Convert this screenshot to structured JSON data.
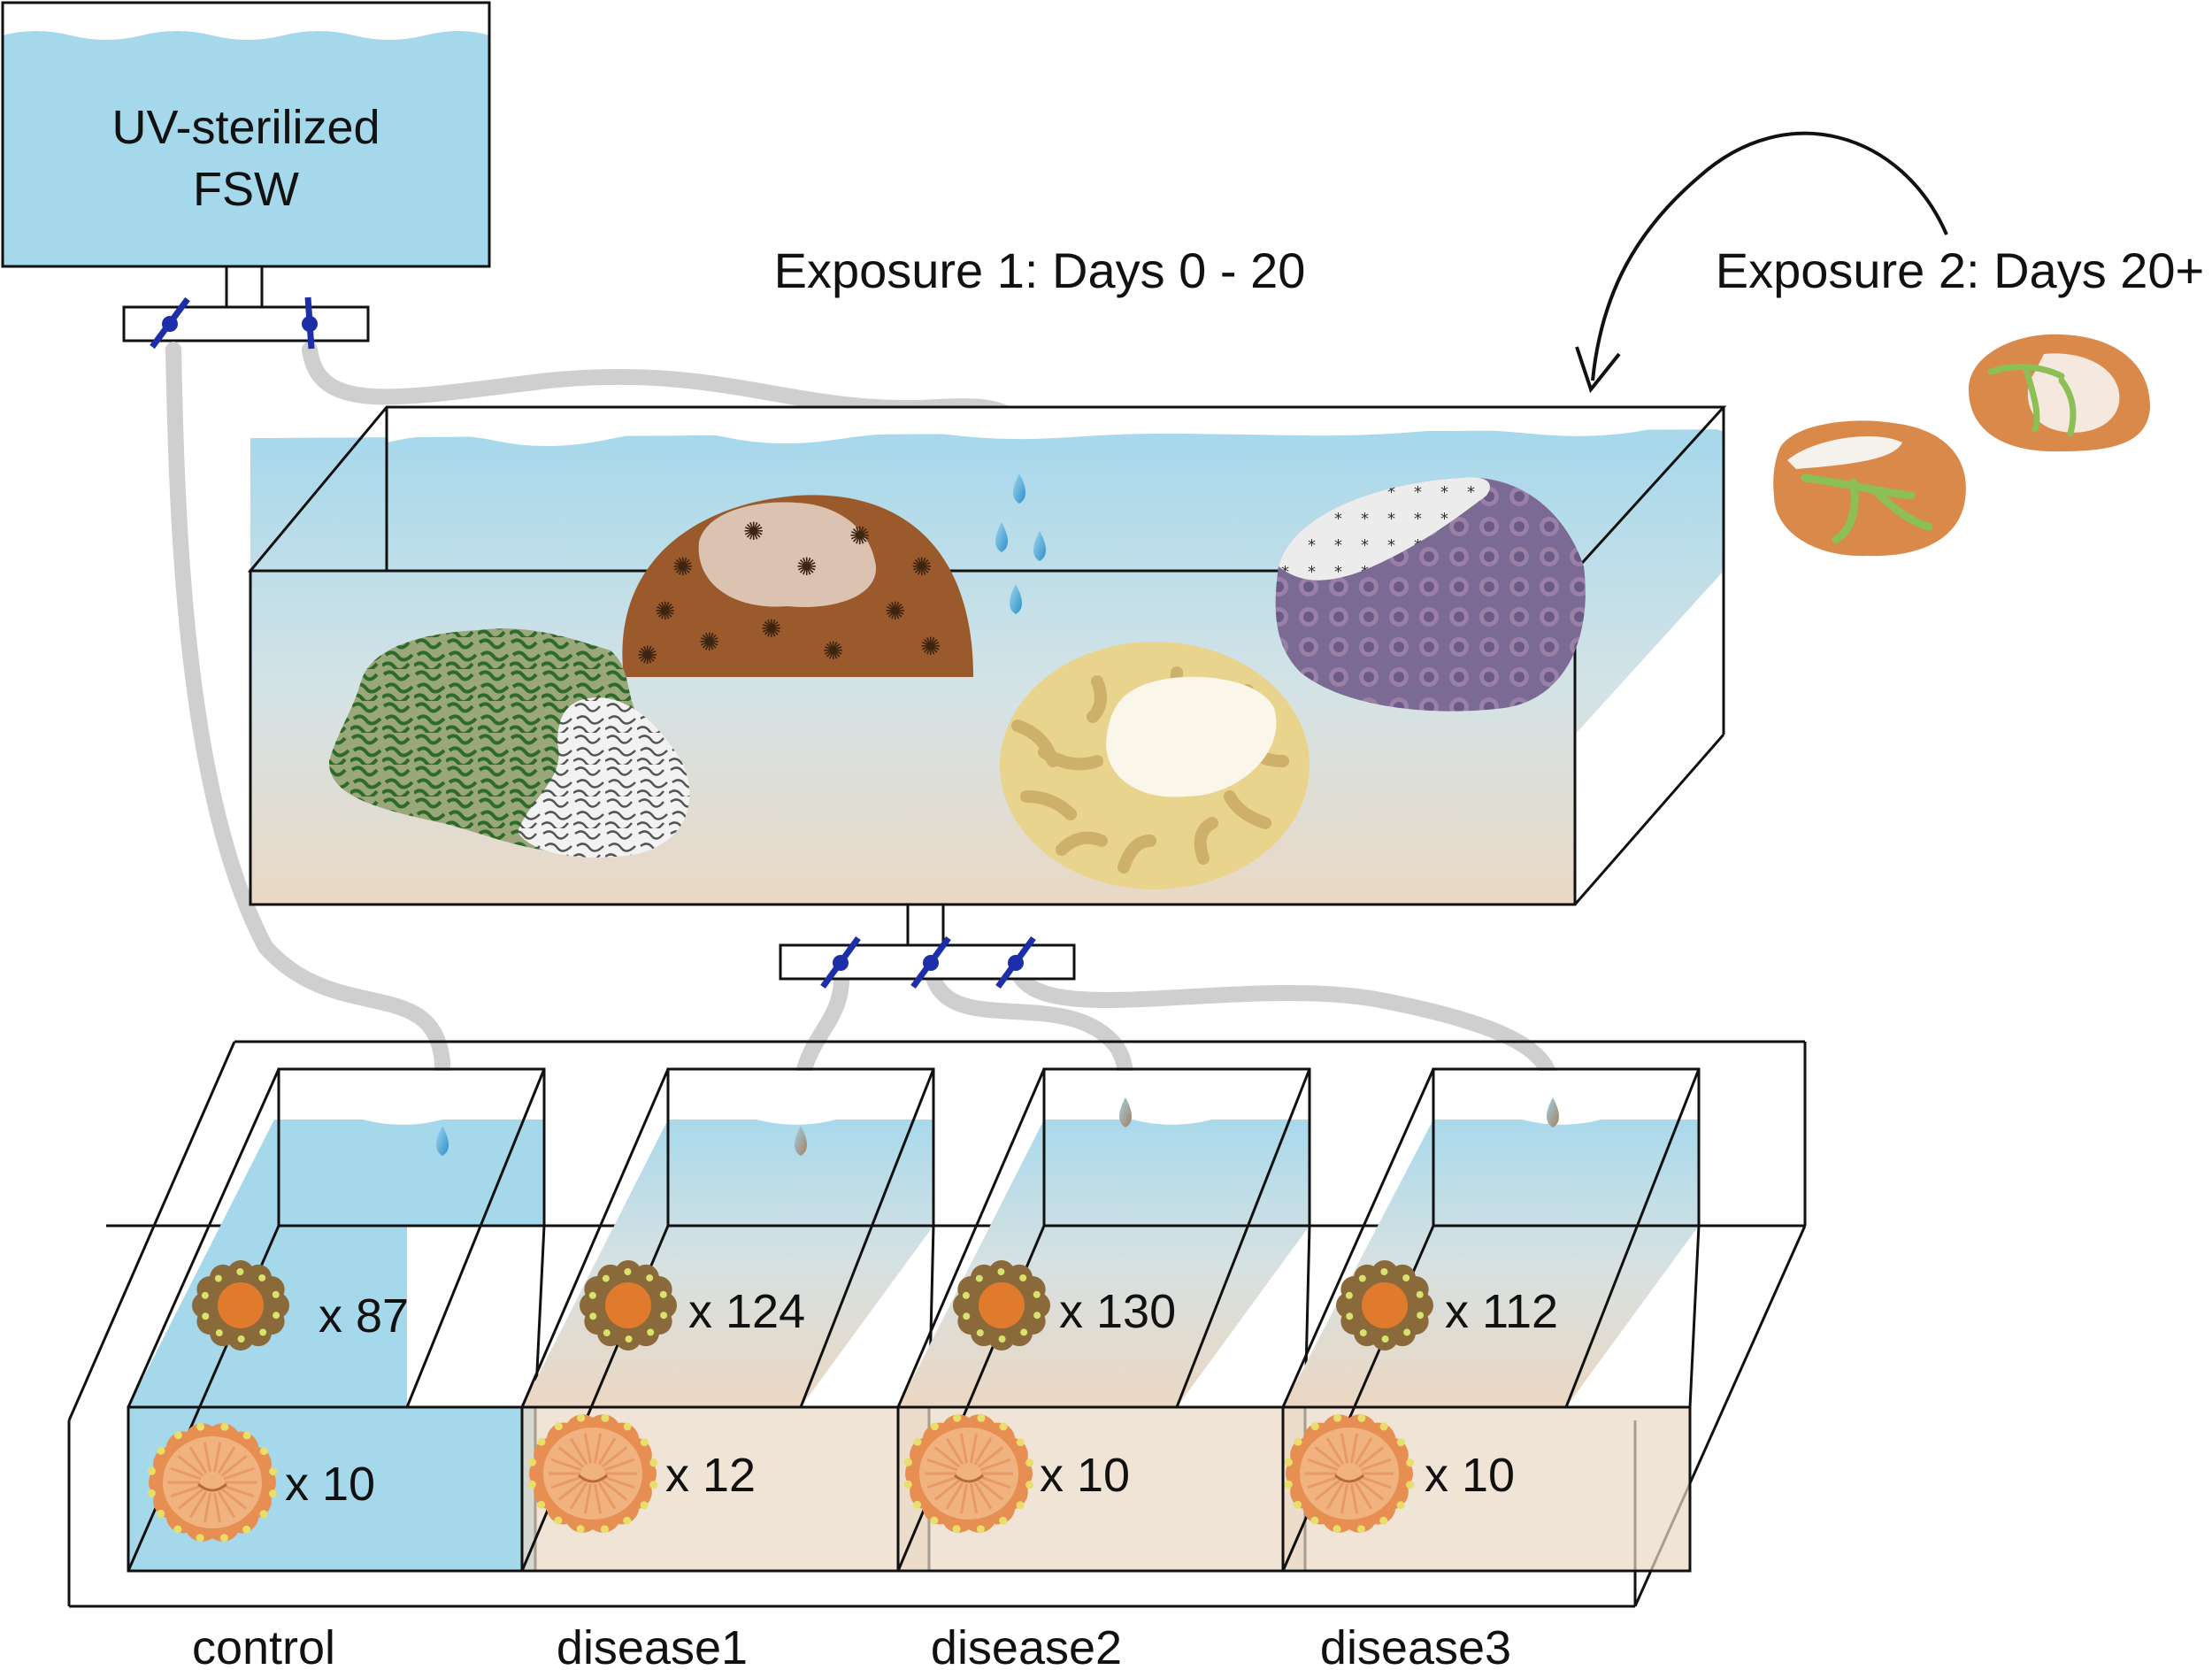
{
  "reservoir": {
    "line1": "UV-sterilized",
    "line2": "FSW"
  },
  "exposure1": "Exposure 1: Days 0 - 20",
  "exposure2": "Exposure 2: Days 20+",
  "tanks": [
    {
      "label": "control",
      "count_small": "x 87",
      "count_large": "x 10"
    },
    {
      "label": "disease1",
      "count_small": "x 124",
      "count_large": "x 12"
    },
    {
      "label": "disease2",
      "count_small": "x 130",
      "count_large": "x 10"
    },
    {
      "label": "disease3",
      "count_small": "x 112",
      "count_large": "x 10"
    }
  ],
  "colors": {
    "water": "#a6d8ec",
    "tube": "#cfcfcf",
    "valve": "#1c2fa8",
    "sediment": "#e9dccb"
  }
}
